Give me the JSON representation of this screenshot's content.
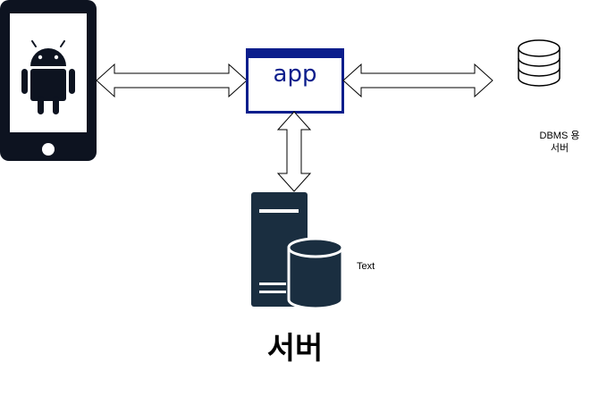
{
  "diagram": {
    "app_label": "app",
    "dbms_label_line1": "DBMS 용",
    "dbms_label_line2": "서버",
    "text_label": "Text",
    "server_label": "서버"
  },
  "icons": {
    "phone": "android-phone-icon",
    "database": "database-icon",
    "server": "server-database-icon"
  },
  "colors": {
    "dark_navy": "#0d1320",
    "app_blue": "#0b1e8c",
    "server_slate": "#1a2e40",
    "stroke": "#000000"
  }
}
